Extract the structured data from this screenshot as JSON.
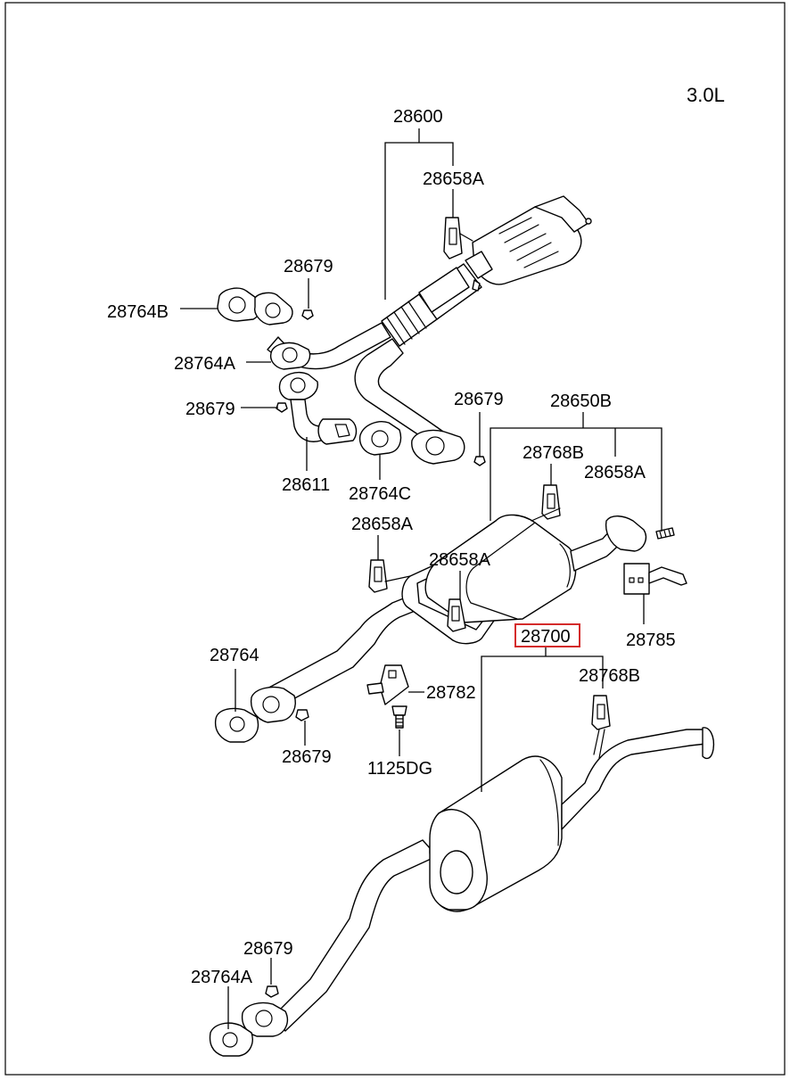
{
  "diagram": {
    "engine": "3.0L",
    "labels": {
      "p28600": "28600",
      "p28658A_top": "28658A",
      "p28679_a": "28679",
      "p28764B": "28764B",
      "p28764A_mid": "28764A",
      "p28679_b": "28679",
      "p28611": "28611",
      "p28764C": "28764C",
      "p28679_c": "28679",
      "p28650B": "28650B",
      "p28768B_a": "28768B",
      "p28658A_r": "28658A",
      "p28658A_l": "28658A",
      "p28658A_c": "28658A",
      "p28785": "28785",
      "p28700": "28700",
      "p28768B_b": "28768B",
      "p28764": "28764",
      "p28782": "28782",
      "p28679_d": "28679",
      "p1125DG": "1125DG",
      "p28679_e": "28679",
      "p28764A_bot": "28764A"
    },
    "highlight_color": "#d42b2b"
  }
}
